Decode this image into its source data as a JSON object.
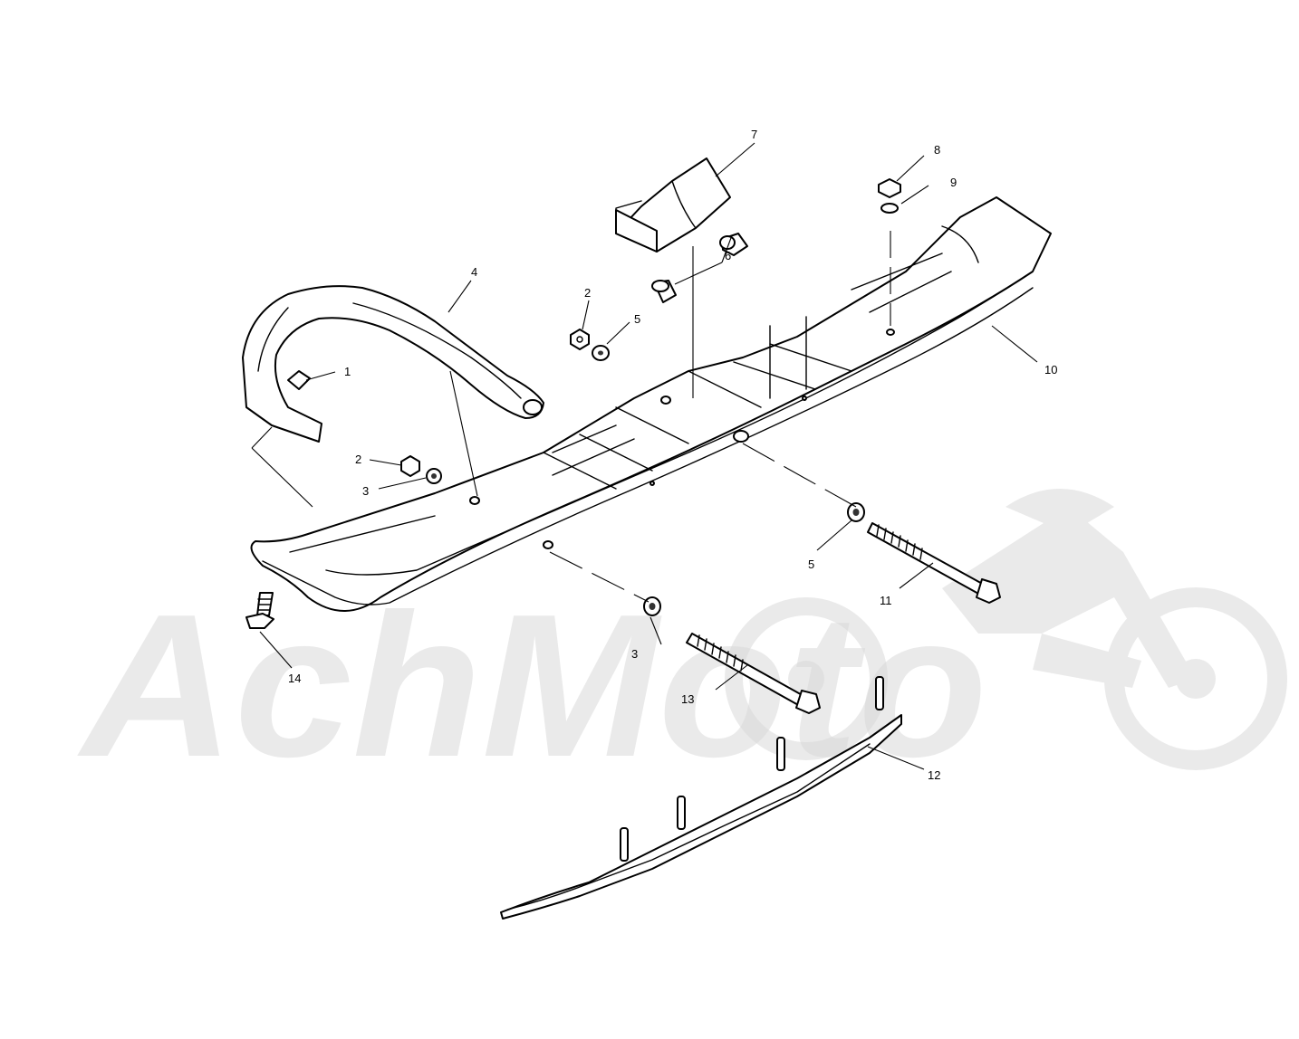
{
  "diagram": {
    "watermark": {
      "text": "AchMoto",
      "color": "#d9d9d9"
    },
    "callouts": [
      {
        "id": "c1",
        "label": "1"
      },
      {
        "id": "c2a",
        "label": "2"
      },
      {
        "id": "c2b",
        "label": "2"
      },
      {
        "id": "c3a",
        "label": "3"
      },
      {
        "id": "c3b",
        "label": "3"
      },
      {
        "id": "c4",
        "label": "4"
      },
      {
        "id": "c5a",
        "label": "5"
      },
      {
        "id": "c5b",
        "label": "5"
      },
      {
        "id": "c6",
        "label": "6"
      },
      {
        "id": "c7",
        "label": "7"
      },
      {
        "id": "c8",
        "label": "8"
      },
      {
        "id": "c9",
        "label": "9"
      },
      {
        "id": "c10",
        "label": "10"
      },
      {
        "id": "c11",
        "label": "11"
      },
      {
        "id": "c12",
        "label": "12"
      },
      {
        "id": "c13",
        "label": "13"
      },
      {
        "id": "c14",
        "label": "14"
      }
    ],
    "colors": {
      "line": "#000000",
      "background": "#ffffff",
      "watermark": "#d9d9d9"
    }
  }
}
